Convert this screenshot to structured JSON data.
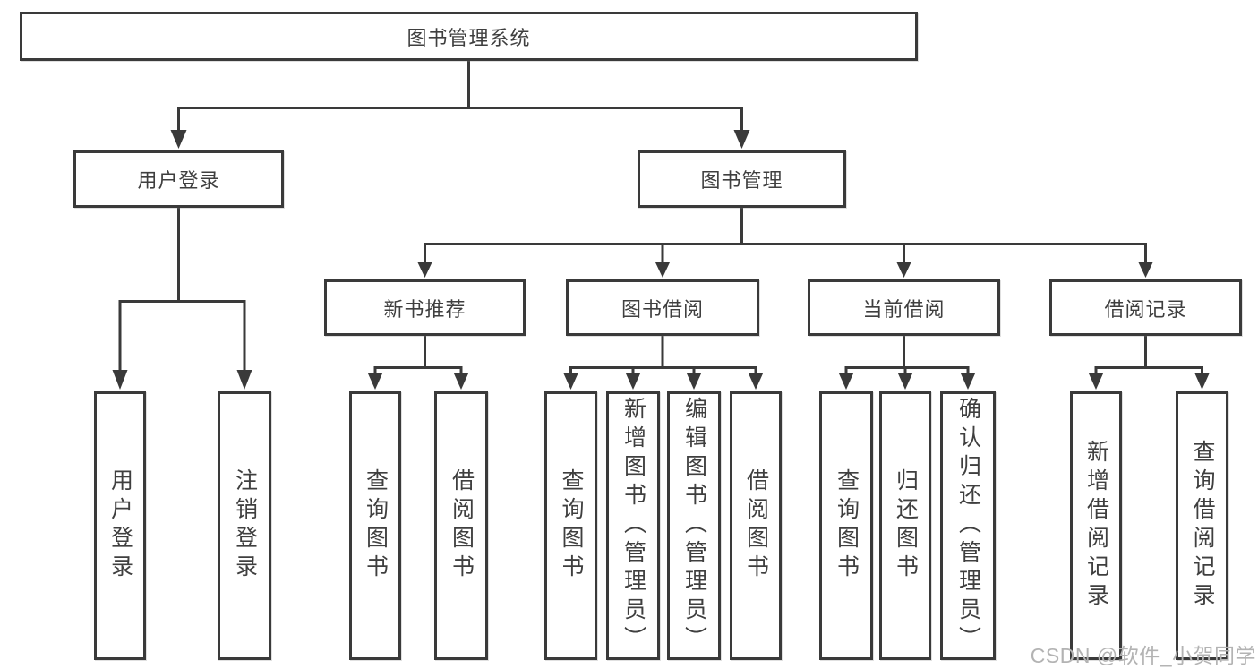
{
  "diagram": {
    "root": {
      "label": "图书管理系统"
    },
    "branches": [
      {
        "label": "用户登录",
        "children": [
          {
            "label": "用户登录"
          },
          {
            "label": "注销登录"
          }
        ]
      },
      {
        "label": "图书管理",
        "children": [
          {
            "label": "新书推荐",
            "children": [
              {
                "label": "查询图书"
              },
              {
                "label": "借阅图书"
              }
            ]
          },
          {
            "label": "图书借阅",
            "children": [
              {
                "label": "查询图书"
              },
              {
                "label": "新增图书（管理员）"
              },
              {
                "label": "编辑图书（管理员）"
              },
              {
                "label": "借阅图书"
              }
            ]
          },
          {
            "label": "当前借阅",
            "children": [
              {
                "label": "查询图书"
              },
              {
                "label": "归还图书"
              },
              {
                "label": "确认归还（管理员）"
              }
            ]
          },
          {
            "label": "借阅记录",
            "children": [
              {
                "label": "新增借阅记录"
              },
              {
                "label": "查询借阅记录"
              }
            ]
          }
        ]
      }
    ]
  },
  "watermark": {
    "text": "CSDN @软件_小贺同学"
  },
  "colors": {
    "line": "#3a3a3a",
    "text": "#3f3f3f",
    "box_bg": "#ffffff",
    "watermark": "#b3b3b3"
  }
}
